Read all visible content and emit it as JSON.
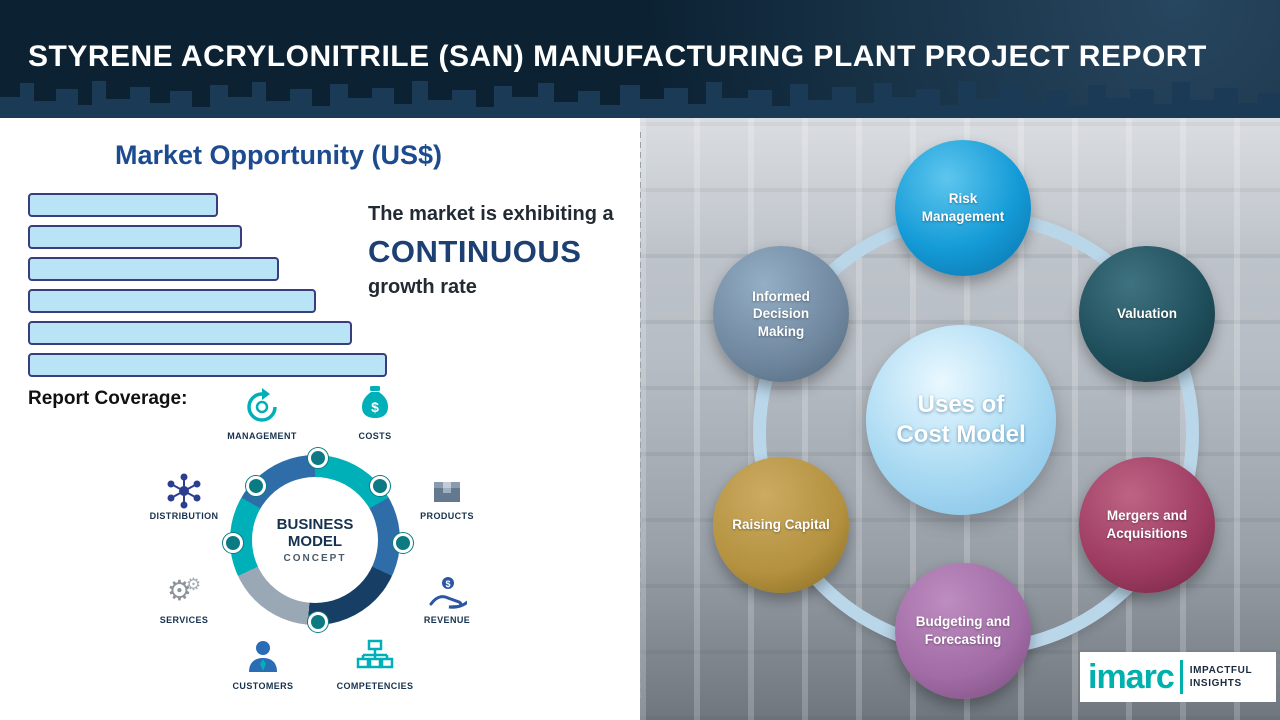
{
  "header": {
    "title": "STYRENE ACRYLONITRILE (SAN) MANUFACTURING PLANT PROJECT REPORT"
  },
  "left_panel": {
    "heading": "Market Opportunity (US$)",
    "market_text_intro": "The market is exhibiting a",
    "market_text_highlight": "CONTINUOUS",
    "market_text_suffix": "growth rate",
    "report_coverage_label": "Report Coverage:",
    "chart_data": {
      "type": "bar",
      "orientation": "horizontal",
      "title": "Market Opportunity (US$)",
      "categories": [
        "",
        "",
        "",
        "",
        "",
        ""
      ],
      "values_relative": [
        0.52,
        0.59,
        0.69,
        0.8,
        0.9,
        1.0
      ],
      "bar_fill_color": "#b8e4f6",
      "bar_border_color": "#3b3c7e",
      "grid": false,
      "axis_labels_visible": false
    },
    "business_model": {
      "center_title_line1": "BUSINESS",
      "center_title_line2": "MODEL",
      "center_subtitle": "CONCEPT",
      "items": [
        {
          "label": "MANAGEMENT",
          "icon": "recycle-arrows-icon",
          "color": "#00b0b8"
        },
        {
          "label": "COSTS",
          "icon": "money-bag-icon",
          "color": "#00b0b8"
        },
        {
          "label": "DISTRIBUTION",
          "icon": "network-nodes-icon",
          "color": "#2b3f8e"
        },
        {
          "label": "PRODUCTS",
          "icon": "box-icon",
          "color": "#64788f"
        },
        {
          "label": "SERVICES",
          "icon": "gears-icon",
          "color": "#8e949b"
        },
        {
          "label": "REVENUE",
          "icon": "hand-coins-icon",
          "color": "#2d55a5"
        },
        {
          "label": "CUSTOMERS",
          "icon": "person-icon",
          "color": "#2a6db5"
        },
        {
          "label": "COMPETENCIES",
          "icon": "sitemap-icon",
          "color": "#00b0b8"
        }
      ]
    }
  },
  "right_panel": {
    "center_label_line1": "Uses of",
    "center_label_line2": "Cost Model",
    "center_color": "#a8d9f2",
    "nodes": [
      {
        "label": "Risk Management",
        "color": "#149bd7"
      },
      {
        "label": "Valuation",
        "color": "#1e4d5a"
      },
      {
        "label": "Mergers and Acquisitions",
        "color": "#9d3a60"
      },
      {
        "label": "Budgeting and Forecasting",
        "color": "#a16ba5"
      },
      {
        "label": "Raising Capital",
        "color": "#b3913f"
      },
      {
        "label": "Informed Decision Making",
        "color": "#70889f"
      }
    ]
  },
  "logo": {
    "brand": "imarc",
    "tagline_top": "IMPACTFUL",
    "tagline_bottom": "INSIGHTS"
  }
}
